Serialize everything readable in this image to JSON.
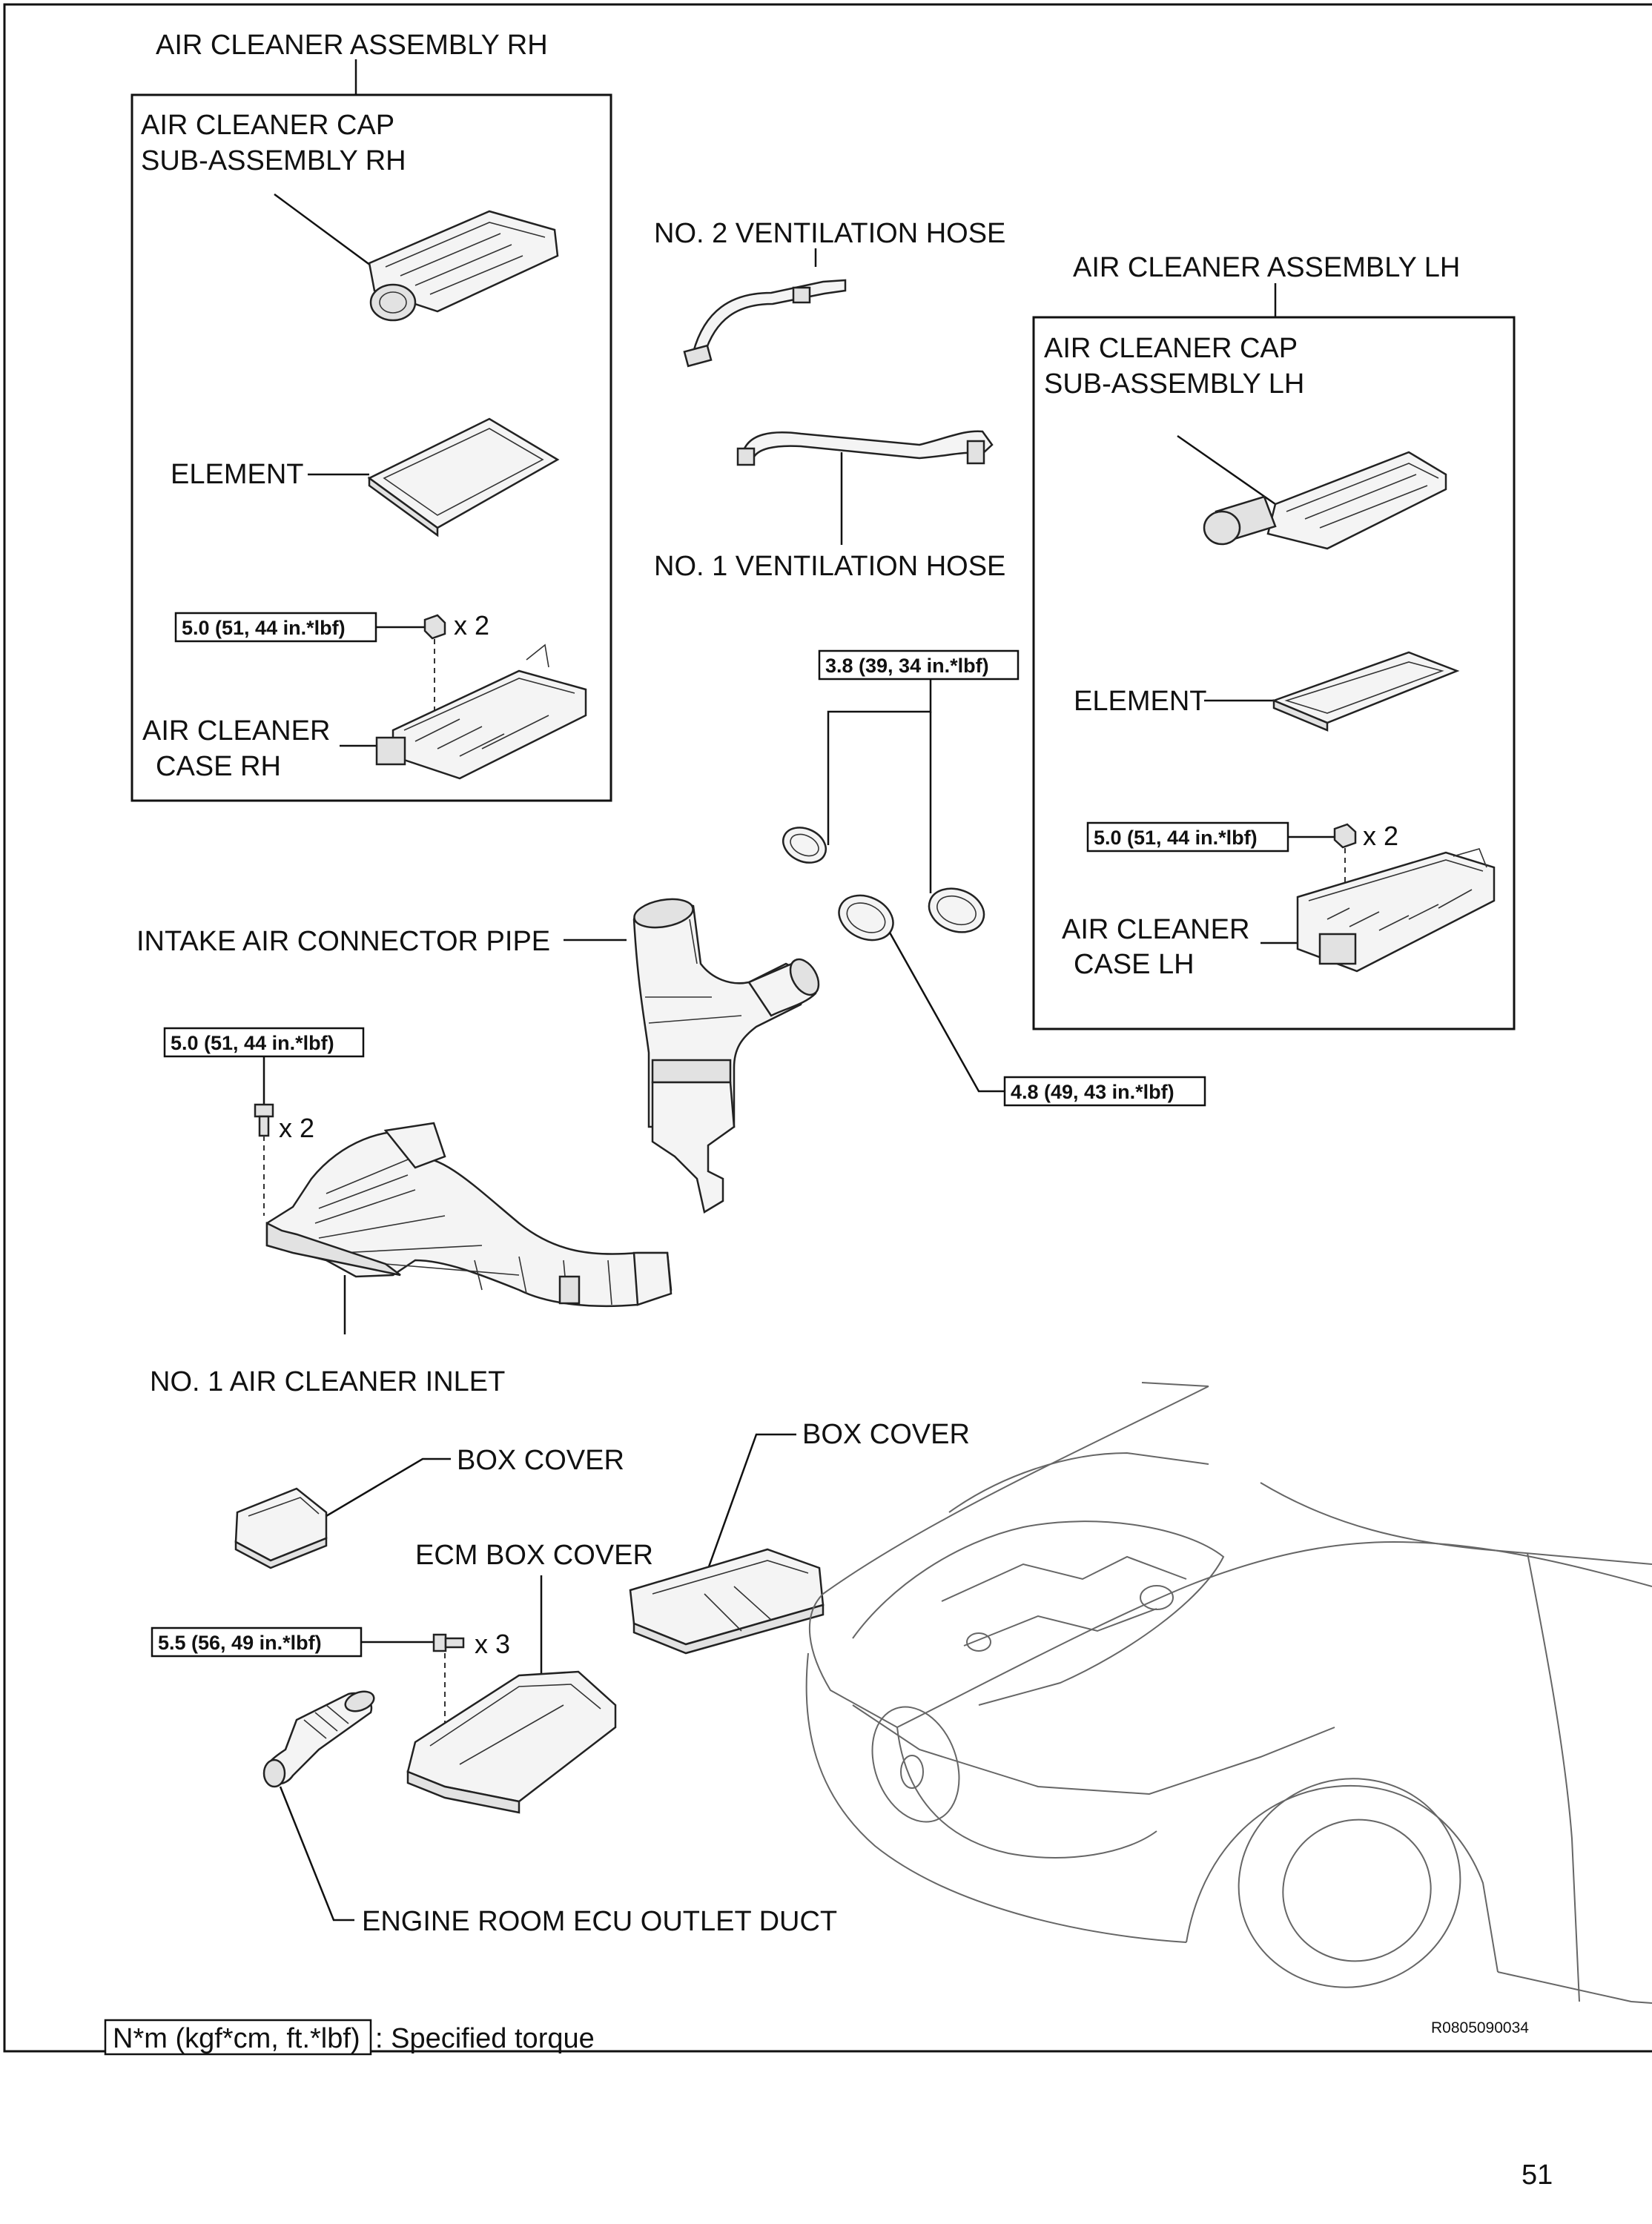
{
  "labels": {
    "air_cleaner_assy_rh": "AIR CLEANER  ASSEMBLY RH",
    "cap_rh_line1": "AIR CLEANER CAP",
    "cap_rh_line2": "SUB-ASSEMBLY RH",
    "element_rh": "ELEMENT",
    "case_rh_line1": "AIR CLEANER",
    "case_rh_line2": "CASE RH",
    "vent_hose_2": "NO. 2 VENTILATION HOSE",
    "vent_hose_1": "NO. 1 VENTILATION HOSE",
    "air_cleaner_assy_lh": "AIR CLEANER ASSEMBLY LH",
    "cap_lh_line1": "AIR CLEANER CAP",
    "cap_lh_line2": "SUB-ASSEMBLY LH",
    "element_lh": "ELEMENT",
    "case_lh_line1": "AIR CLEANER",
    "case_lh_line2": "CASE LH",
    "intake_pipe": "INTAKE AIR CONNECTOR PIPE",
    "inlet": "NO. 1 AIR CLEANER INLET",
    "box_cover_left": "BOX COVER",
    "box_cover_right": "BOX COVER",
    "ecm_box_cover": "ECM BOX COVER",
    "ecu_outlet_duct": "ENGINE ROOM ECU OUTLET DUCT"
  },
  "torques": {
    "rh_case": "5.0 (51, 44 in.*lbf)",
    "clamp_upper": "3.8 (39, 34 in.*lbf)",
    "lh_case": "5.0 (51, 44 in.*lbf)",
    "inlet": "5.0 (51, 44 in.*lbf)",
    "clamp_lower": "4.8 (49, 43 in.*lbf)",
    "ecm_cover": "5.5 (56, 49 in.*lbf)"
  },
  "quantities": {
    "rh_case": "x 2",
    "lh_case": "x 2",
    "inlet": "x 2",
    "ecm_cover": "x 3"
  },
  "legend": {
    "box_text": "N*m (kgf*cm, ft.*lbf)",
    "description": ": Specified torque"
  },
  "figure_code": "R0805090034",
  "page_number": "51"
}
